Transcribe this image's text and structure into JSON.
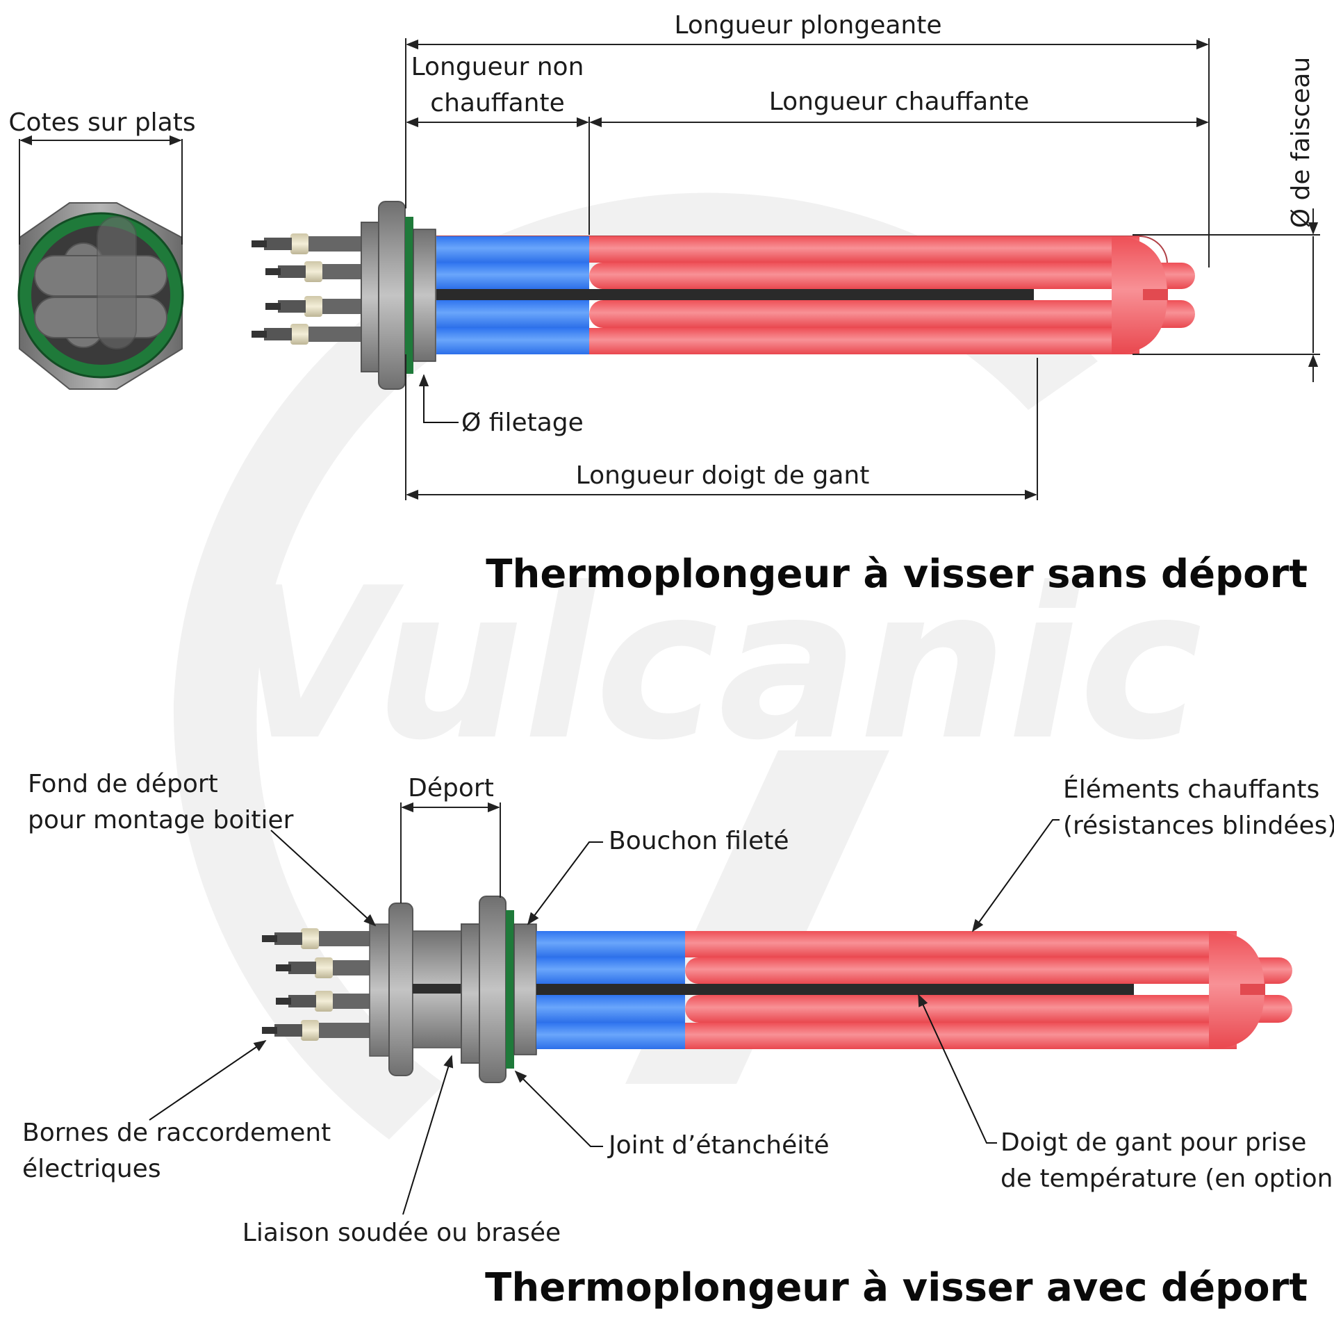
{
  "colors": {
    "cold_zone": "#4f8ff7",
    "hot_zone": "#f0686c",
    "gasket": "#1f7a3a",
    "metal": "#8a8a8a",
    "watermark": "#f1f1f1"
  },
  "watermark": {
    "text": "Vulcanic"
  },
  "top": {
    "title": "Thermoplongeur à visser sans déport",
    "labels": {
      "cotes_sur_plats": "Cotes sur plats",
      "longueur_plongeante": "Longueur plongeante",
      "longueur_non_chauffante_l1": "Longueur non",
      "longueur_non_chauffante_l2": "chauffante",
      "longueur_chauffante": "Longueur chauffante",
      "diametre_faisceau": "Ø de faisceau",
      "diametre_filetage": "Ø filetage",
      "longueur_doigt_de_gant": "Longueur doigt de gant"
    }
  },
  "bottom": {
    "title": "Thermoplongeur à visser avec déport",
    "labels": {
      "fond_de_deport_l1": "Fond de déport",
      "fond_de_deport_l2": "pour montage boitier",
      "deport": "Déport",
      "bouchon_filete": "Bouchon fileté",
      "elements_chauffants_l1": "Éléments chauffants",
      "elements_chauffants_l2": "(résistances blindées)",
      "bornes_l1": "Bornes de raccordement",
      "bornes_l2": "électriques",
      "joint": "Joint d’étanchéité",
      "doigt_de_gant_l1": "Doigt de gant pour prise",
      "doigt_de_gant_l2": "de température (en option)",
      "liaison": "Liaison soudée ou brasée"
    }
  }
}
